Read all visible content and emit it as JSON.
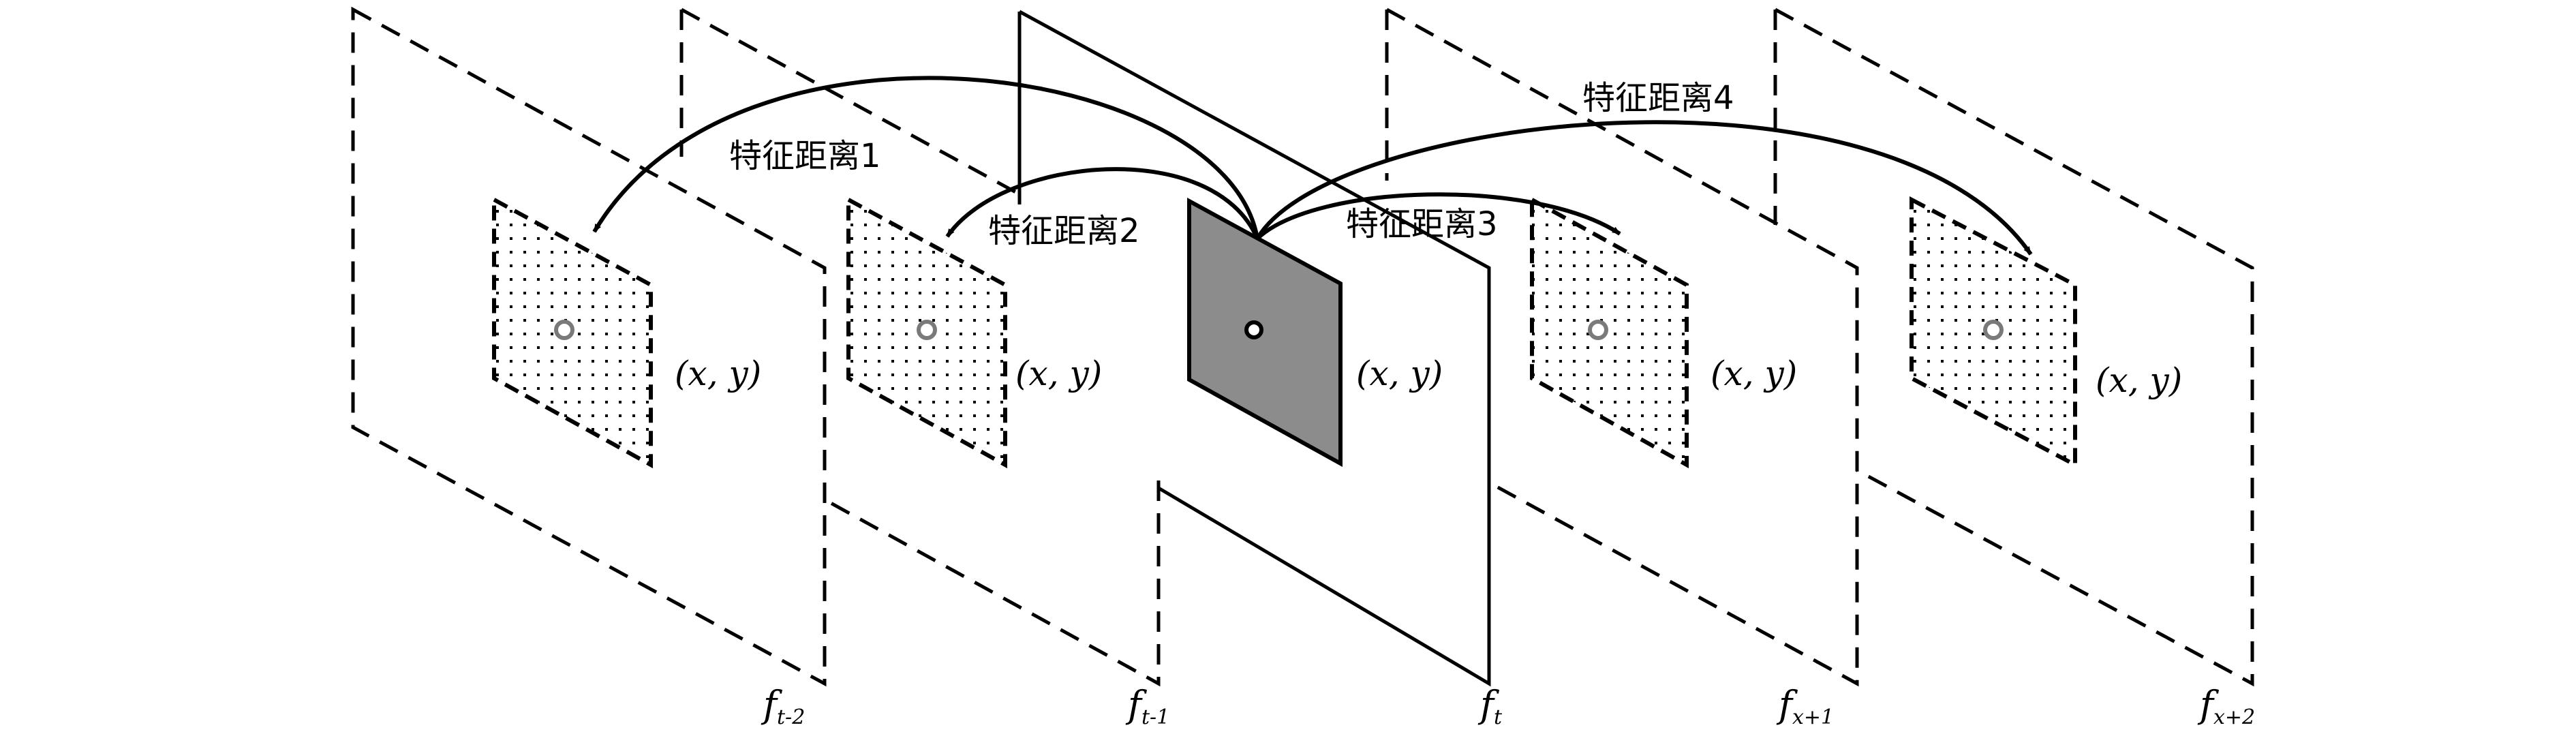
{
  "frames": [
    {
      "id": "t-2",
      "base": "f",
      "sub": "t-2",
      "coord": "(x, y)",
      "current": false
    },
    {
      "id": "t-1",
      "base": "f",
      "sub": "t-1",
      "coord": "(x, y)",
      "current": false
    },
    {
      "id": "t",
      "base": "f",
      "sub": "t",
      "coord": "(x, y)",
      "current": true
    },
    {
      "id": "x+1",
      "base": "f",
      "sub": "x+1",
      "coord": "(x, y)",
      "current": false
    },
    {
      "id": "x+2",
      "base": "f",
      "sub": "x+2",
      "coord": "(x, y)",
      "current": false
    }
  ],
  "distances": [
    {
      "label": "特征距离1",
      "target": "t-2"
    },
    {
      "label": "特征距离2",
      "target": "t-1"
    },
    {
      "label": "特征距离3",
      "target": "x+1"
    },
    {
      "label": "特征距离4",
      "target": "x+2"
    }
  ],
  "colors": {
    "line": "#000000",
    "current_patch": "#8c8c8c",
    "center_marker": "#7a7a7a",
    "background": "#ffffff"
  }
}
